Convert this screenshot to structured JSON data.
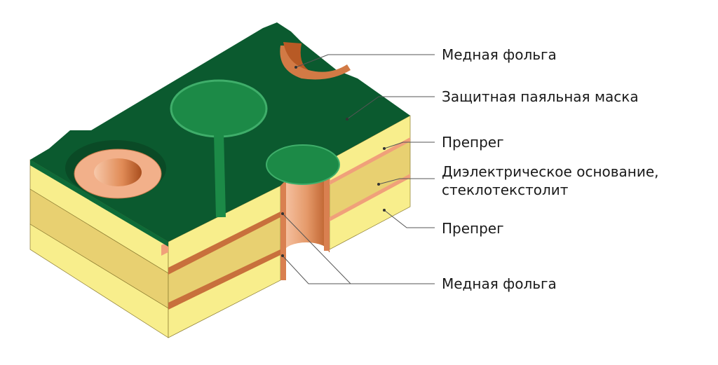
{
  "labels": {
    "copper_top": "Медная фольга",
    "solder_mask": "Защитная паяльная маска",
    "prepreg_top": "Препрег",
    "dielectric_line1": "Диэлектрическое основание,",
    "dielectric_line2": "стеклотекстолит",
    "prepreg_bottom": "Препрег",
    "copper_inner": "Медная фольга"
  },
  "colors": {
    "solder_mask": "#0b5a2f",
    "solder_mask_pad": "#1c8a47",
    "prepreg": "#f8ee8c",
    "dielectric": "#e8d071",
    "copper": "#d27a45",
    "copper_light": "#f2b08a"
  }
}
